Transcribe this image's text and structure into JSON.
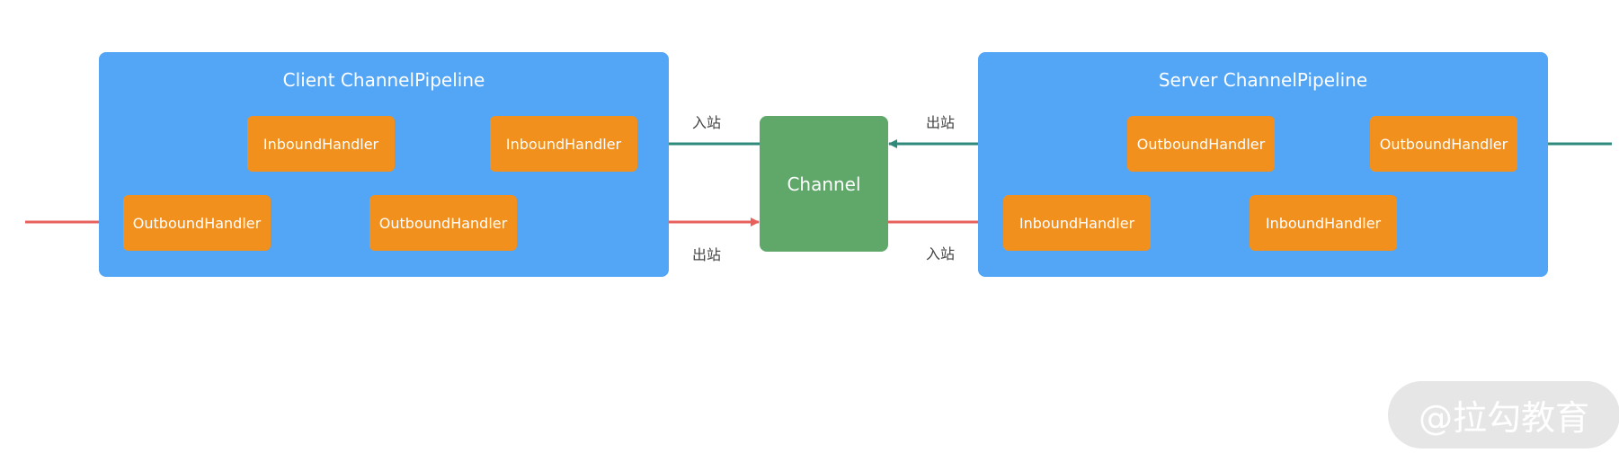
{
  "client_pipeline": {
    "title": "Client ChannelPipeline",
    "handlers": [
      "InboundHandler",
      "InboundHandler",
      "OutboundHandler",
      "OutboundHandler"
    ]
  },
  "server_pipeline": {
    "title": "Server ChannelPipeline",
    "handlers": [
      "OutboundHandler",
      "OutboundHandler",
      "InboundHandler",
      "InboundHandler"
    ]
  },
  "channel": {
    "label": "Channel"
  },
  "labels": {
    "client_inbound": "入站",
    "client_outbound": "出站",
    "server_outbound": "出站",
    "server_inbound": "入站"
  },
  "watermark": "@拉勾教育",
  "colors": {
    "pipeline": "#53a6f6",
    "handler": "#f2901e",
    "channel": "#5fa86a",
    "outbound_arrow": "#e8605c",
    "inbound_arrow": "#2f8a7b"
  }
}
